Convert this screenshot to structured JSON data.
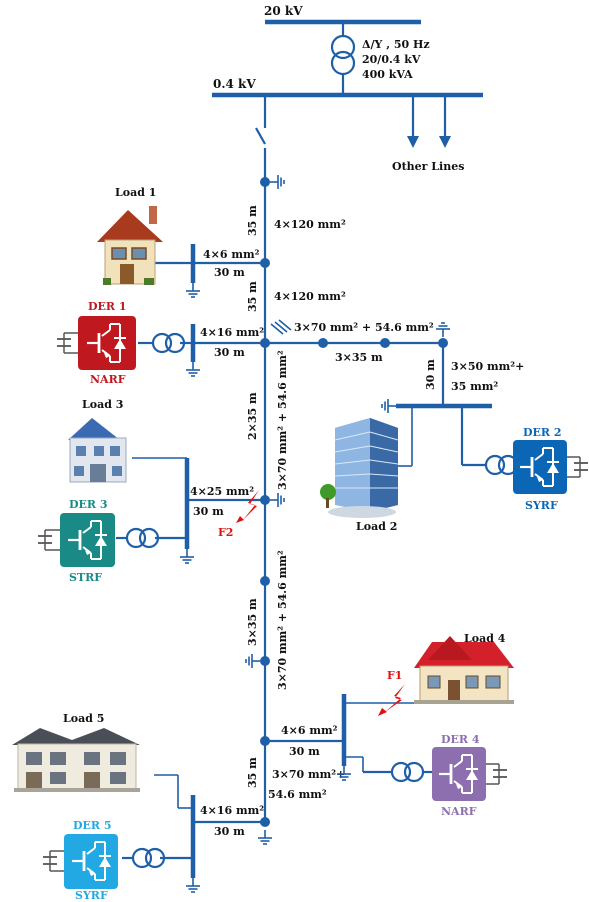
{
  "colors": {
    "line": "#1f5fa8",
    "der1": "#c0181f",
    "der2": "#0b67b6",
    "der3": "#1a8a86",
    "der4": "#8d6fb0",
    "der5": "#22a8e2",
    "fault": "#e01010"
  },
  "grid": {
    "mv_bus": "20 kV",
    "lv_bus": "0.4 kV",
    "transformer": [
      "Δ/Y , 50 Hz",
      "20/0.4 kV",
      "400 kVA"
    ],
    "other_lines": "Other Lines"
  },
  "segments": {
    "l1": "35 m",
    "c1": "4×120 mm²",
    "l2": "35 m",
    "c2": "4×120 mm²",
    "branch_cable": "3×70 mm² + 54.6 mm²",
    "branch_len": "3×35 m",
    "b2_len": "30 m",
    "b2_cable_a": "3×50 mm²+",
    "b2_cable_b": "35 mm²",
    "l3": "2×35 m",
    "c3": "3×70 mm² + 54.6 mm²",
    "l4": "3×35 m",
    "c4": "3×70 mm² + 54.6 mm²",
    "l5": "35 m",
    "c5a": "3×70 mm²+",
    "c5b": "54.6 mm²"
  },
  "loads": {
    "load1": {
      "name": "Load 1",
      "cable": "4×6 mm²",
      "length": "30 m"
    },
    "load2": {
      "name": "Load 2"
    },
    "load3": {
      "name": "Load 3",
      "cable": "4×25 mm²",
      "length": "30 m"
    },
    "load4": {
      "name": "Load 4",
      "cable": "4×6 mm²",
      "length": "30 m"
    },
    "load5": {
      "name": "Load 5",
      "cable": "4×16 mm²",
      "length": "30 m"
    }
  },
  "ders": {
    "der1": {
      "name": "DER 1",
      "control": "NARF",
      "cable": "4×16 mm²",
      "length": "30 m"
    },
    "der2": {
      "name": "DER 2",
      "control": "SYRF"
    },
    "der3": {
      "name": "DER 3",
      "control": "STRF"
    },
    "der4": {
      "name": "DER 4",
      "control": "NARF"
    },
    "der5": {
      "name": "DER 5",
      "control": "SYRF"
    }
  },
  "faults": {
    "f1": "F1",
    "f2": "F2"
  }
}
